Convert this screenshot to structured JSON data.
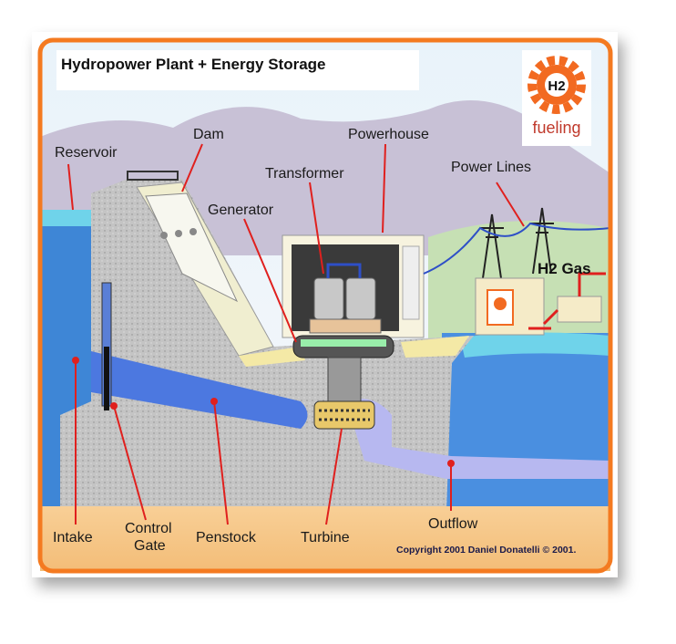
{
  "title": "Hydropower Plant + Energy Storage",
  "logo": {
    "text_symbol": "H2",
    "text_word": "fueling",
    "color": "#f26a21"
  },
  "labels": {
    "reservoir": "Reservoir",
    "dam": "Dam",
    "powerhouse": "Powerhouse",
    "transformer": "Transformer",
    "generator": "Generator",
    "power_lines": "Power Lines",
    "h2_gas": "H2 Gas",
    "intake": "Intake",
    "control_gate": [
      "Control",
      "Gate"
    ],
    "penstock": "Penstock",
    "turbine": "Turbine",
    "outflow": "Outflow"
  },
  "copyright": "Copyright 2001 Daniel Donatelli  © 2001.",
  "colors": {
    "frame": "#f47a20",
    "water": "#3e86d6",
    "leader": "#e0201e",
    "ground": "#f6c98c"
  }
}
